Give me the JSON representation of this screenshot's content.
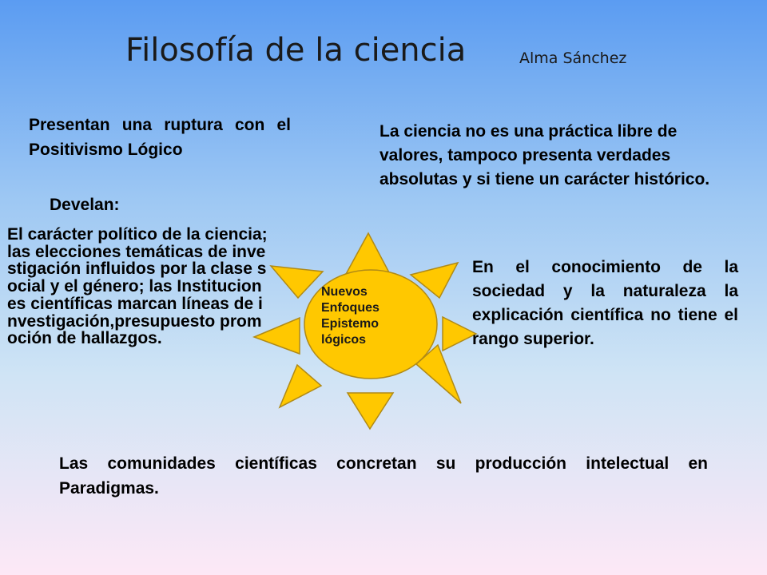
{
  "title": "Filosofía de la ciencia",
  "author": "Alma Sánchez",
  "blocks": {
    "ruptura": "Presentan una ruptura con el Positivismo Lógico",
    "develan": "Develan:",
    "ciencia_valores": "La ciencia no es una práctica libre de valores, tampoco presenta verdades absolutas y si tiene un carácter histórico.",
    "caracter_politico": "El carácter político de la ciencia; las elecciones temáticas de investigación influidos por la clase social y el género; las Instituciones científicas marcan líneas de investigación,presupuesto promoción de hallazgos.",
    "conocimiento": "En el conocimiento de la sociedad y la naturaleza la explicación científica no tiene el rango superior.",
    "comunidades": "Las comunidades científicas concretan su producción intelectual en Paradigmas."
  },
  "center": {
    "lines": [
      "Nuevos",
      "Enfoques",
      "Epistemo",
      "lógicos"
    ]
  },
  "colors": {
    "sun_fill": "#ffc800",
    "sun_stroke": "#b08a16",
    "bg_top": "#5b9cf2",
    "bg_bottom": "#fde8f6"
  }
}
